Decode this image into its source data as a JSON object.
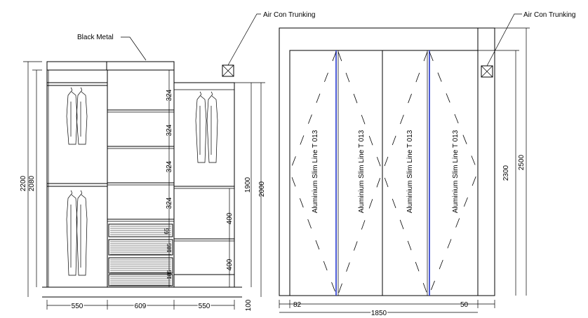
{
  "labels": {
    "black_metal": "Black Metal",
    "air_con_left": "Air Con Trunking",
    "air_con_right": "Air Con Trunking"
  },
  "left_elevation": {
    "overall_height": "2200",
    "body_height": "2080",
    "right_height_inner": "1900",
    "right_height_outer": "2000",
    "plinth": "100",
    "widths": [
      "550",
      "609",
      "550"
    ],
    "shelf_spacings": [
      "324",
      "324",
      "324",
      "324"
    ],
    "right_section_spacings": [
      "400",
      "400"
    ],
    "drawer_labels": [
      "65",
      "185",
      "185"
    ]
  },
  "right_elevation": {
    "door_label": "Aluminium Slim Line    T 013",
    "overall_height": "2500",
    "opening_height": "2300",
    "width": "1850",
    "left_gap": "82",
    "right_gap": "50"
  }
}
